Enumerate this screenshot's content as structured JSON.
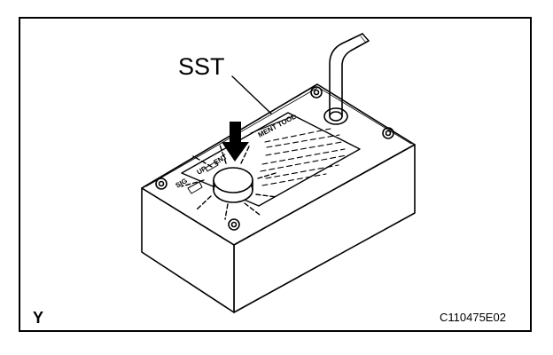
{
  "labels": {
    "callout": "SST",
    "view_letter": "Y",
    "figure_code": "C110475E02"
  },
  "tool_label": {
    "band_text": "MENT TOOL",
    "left_text": "SIG",
    "mid_text": "UP",
    "mid2_text": "ENT"
  }
}
